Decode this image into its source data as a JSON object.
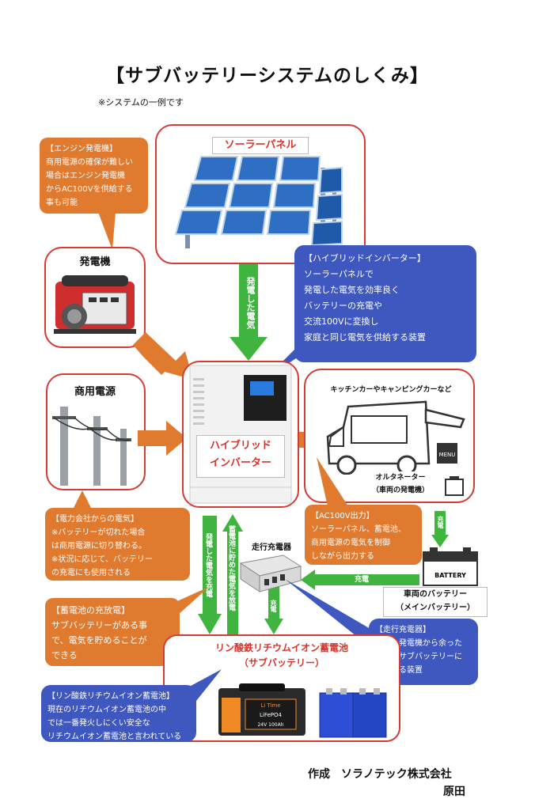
{
  "title": "【サブバッテリーシステムのしくみ】",
  "note": "※システムの一例です",
  "engine_callout": {
    "heading": "【エンジン発電機】",
    "lines": [
      "商用電源の確保が難しい",
      "場合はエンジン発電機",
      "からAC100Vを供給する",
      "事も可能"
    ]
  },
  "solar": {
    "label": "ソーラーパネル"
  },
  "generator": {
    "label": "発電機"
  },
  "grid": {
    "label": "商用電源"
  },
  "hybrid_callout": {
    "heading": "【ハイブリッドインバーター】",
    "lines": [
      "ソーラーパネルで",
      "発電した電気を効率良く",
      "バッテリーの充電や",
      "交流100Vに変換し",
      "家庭と同じ電気を供給する装置"
    ]
  },
  "solar_arrow_label": "発電した電気",
  "inverter": {
    "line1": "ハイブリッド",
    "line2": "インバーター"
  },
  "vehicle": {
    "label": "キッチンカーやキャンピングカーなど",
    "menu_sign": "MENU"
  },
  "alternator": {
    "line1": "オルタネーター",
    "line2": "（車両の発電機）"
  },
  "grid_callout": {
    "heading": "【電力会社からの電気】",
    "lines": [
      "※バッテリーが切れた場合",
      "は商用電源に切り替わる。",
      "※状況に応じて、バッテリー",
      "の充電にも使用される"
    ]
  },
  "ac_callout": {
    "heading": "【AC100V出力】",
    "lines": [
      "ソーラーパネル、蓄電池、",
      "商用電源の電気を制御",
      "しながら出力する"
    ]
  },
  "arrow_labels": {
    "charge_battery": "発電した電気を充電",
    "release_battery": "蓄電池に貯めた電気を放電",
    "charge": "充電"
  },
  "charger": {
    "label": "走行充電器"
  },
  "battery_label_print": "BATTERY",
  "car_battery": {
    "line1": "車両のバッテリー",
    "line2": "（メインバッテリー）"
  },
  "storage_callout": {
    "heading": "【蓄電池の充放電】",
    "lines": [
      "サブバッテリーがある事",
      "で、電気を貯めることが",
      "できる"
    ]
  },
  "charger_callout": {
    "heading": "【走行充電器】",
    "lines": [
      "車両の発電機から余った",
      "電気をサブバッテリーに",
      "充電する装置"
    ]
  },
  "lfp": {
    "line1": "リン酸鉄リチウムイオン蓄電池",
    "line2": "（サブバッテリー）"
  },
  "lfp_callout": {
    "heading": "【リン酸鉄リチウムイオン蓄電池】",
    "lines": [
      "現在のリチウムイオン蓄電池の中",
      "では一番発火しにくい安全な",
      "リチウムイオン蓄電池と言われている"
    ]
  },
  "product": {
    "brand": "Li Time",
    "badge": "LiFePO4",
    "spec": "24V 100Ah"
  },
  "credit": {
    "line1": "作成　ソラノテック株式会社",
    "line2": "原田"
  },
  "colors": {
    "red_frame": "#d63a35",
    "orange": "#e07a2e",
    "blue": "#3f58c0",
    "green": "#3fb540"
  }
}
